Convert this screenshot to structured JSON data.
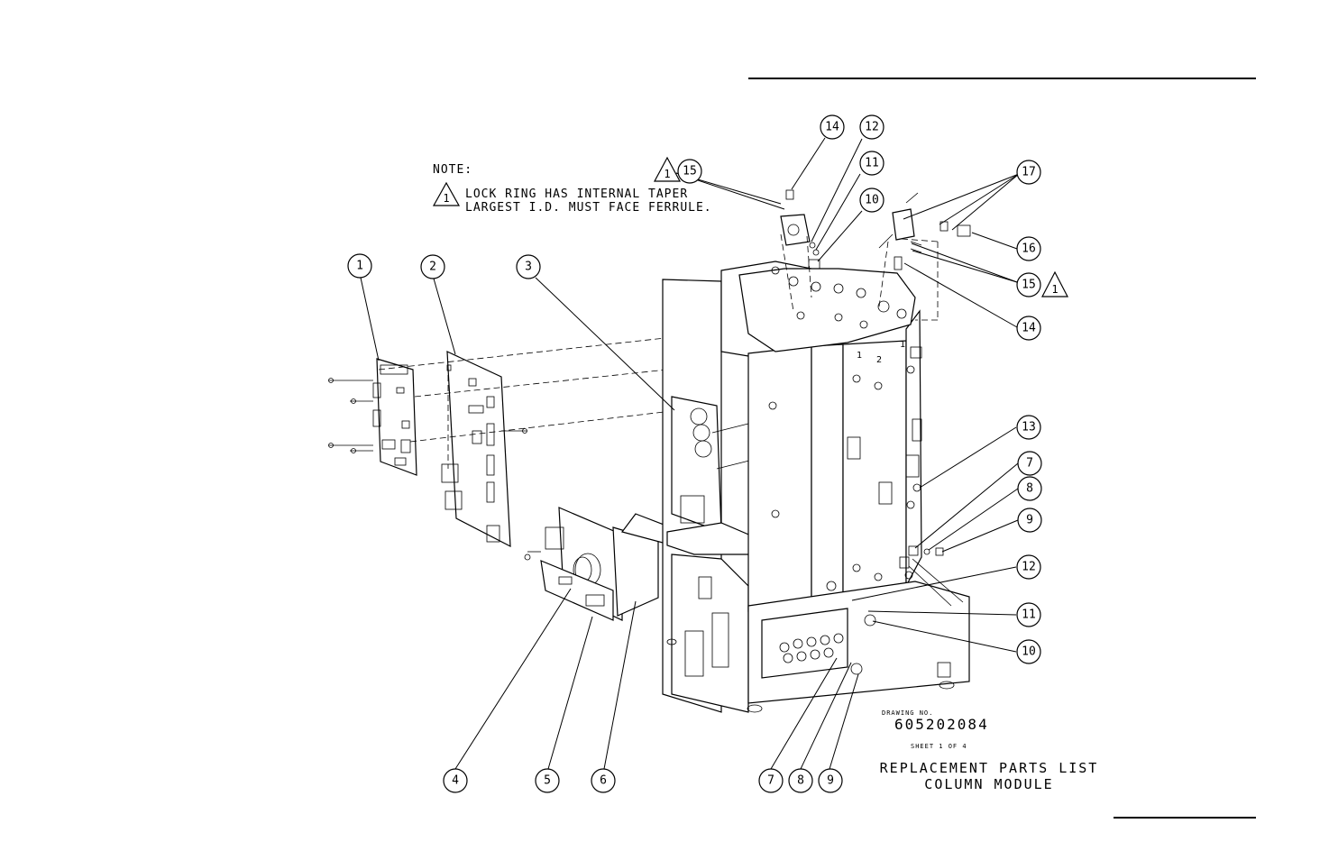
{
  "note": {
    "heading": "NOTE:",
    "flag": "1",
    "line1": "LOCK RING HAS INTERNAL TAPER",
    "line2": "LARGEST I.D. MUST FACE FERRULE."
  },
  "callouts": [
    {
      "id": "c1",
      "label": "1"
    },
    {
      "id": "c2",
      "label": "2"
    },
    {
      "id": "c3",
      "label": "3"
    },
    {
      "id": "c4",
      "label": "4"
    },
    {
      "id": "c5",
      "label": "5"
    },
    {
      "id": "c6",
      "label": "6"
    },
    {
      "id": "c7a",
      "label": "7"
    },
    {
      "id": "c8a",
      "label": "8"
    },
    {
      "id": "c9a",
      "label": "9"
    },
    {
      "id": "c7b",
      "label": "7"
    },
    {
      "id": "c8b",
      "label": "8"
    },
    {
      "id": "c9b",
      "label": "9"
    },
    {
      "id": "c10a",
      "label": "10"
    },
    {
      "id": "c10b",
      "label": "10"
    },
    {
      "id": "c11a",
      "label": "11"
    },
    {
      "id": "c11b",
      "label": "11"
    },
    {
      "id": "c12a",
      "label": "12"
    },
    {
      "id": "c12b",
      "label": "12"
    },
    {
      "id": "c13",
      "label": "13"
    },
    {
      "id": "c14a",
      "label": "14"
    },
    {
      "id": "c14b",
      "label": "14"
    },
    {
      "id": "c15a",
      "label": "15"
    },
    {
      "id": "c15b",
      "label": "15"
    },
    {
      "id": "c16",
      "label": "16"
    },
    {
      "id": "c17",
      "label": "17"
    }
  ],
  "flags": [
    {
      "id": "f1",
      "label": "1"
    },
    {
      "id": "f2",
      "label": "1"
    }
  ],
  "panel_marks": {
    "left": "1",
    "right": "2",
    "corner": "1"
  },
  "title_block": {
    "drawing_no_label": "DRAWING NO.",
    "drawing_no": "605202084",
    "sheet": "SHEET 1 OF 4",
    "title_line1": "REPLACEMENT PARTS LIST",
    "title_line2": "COLUMN MODULE"
  }
}
